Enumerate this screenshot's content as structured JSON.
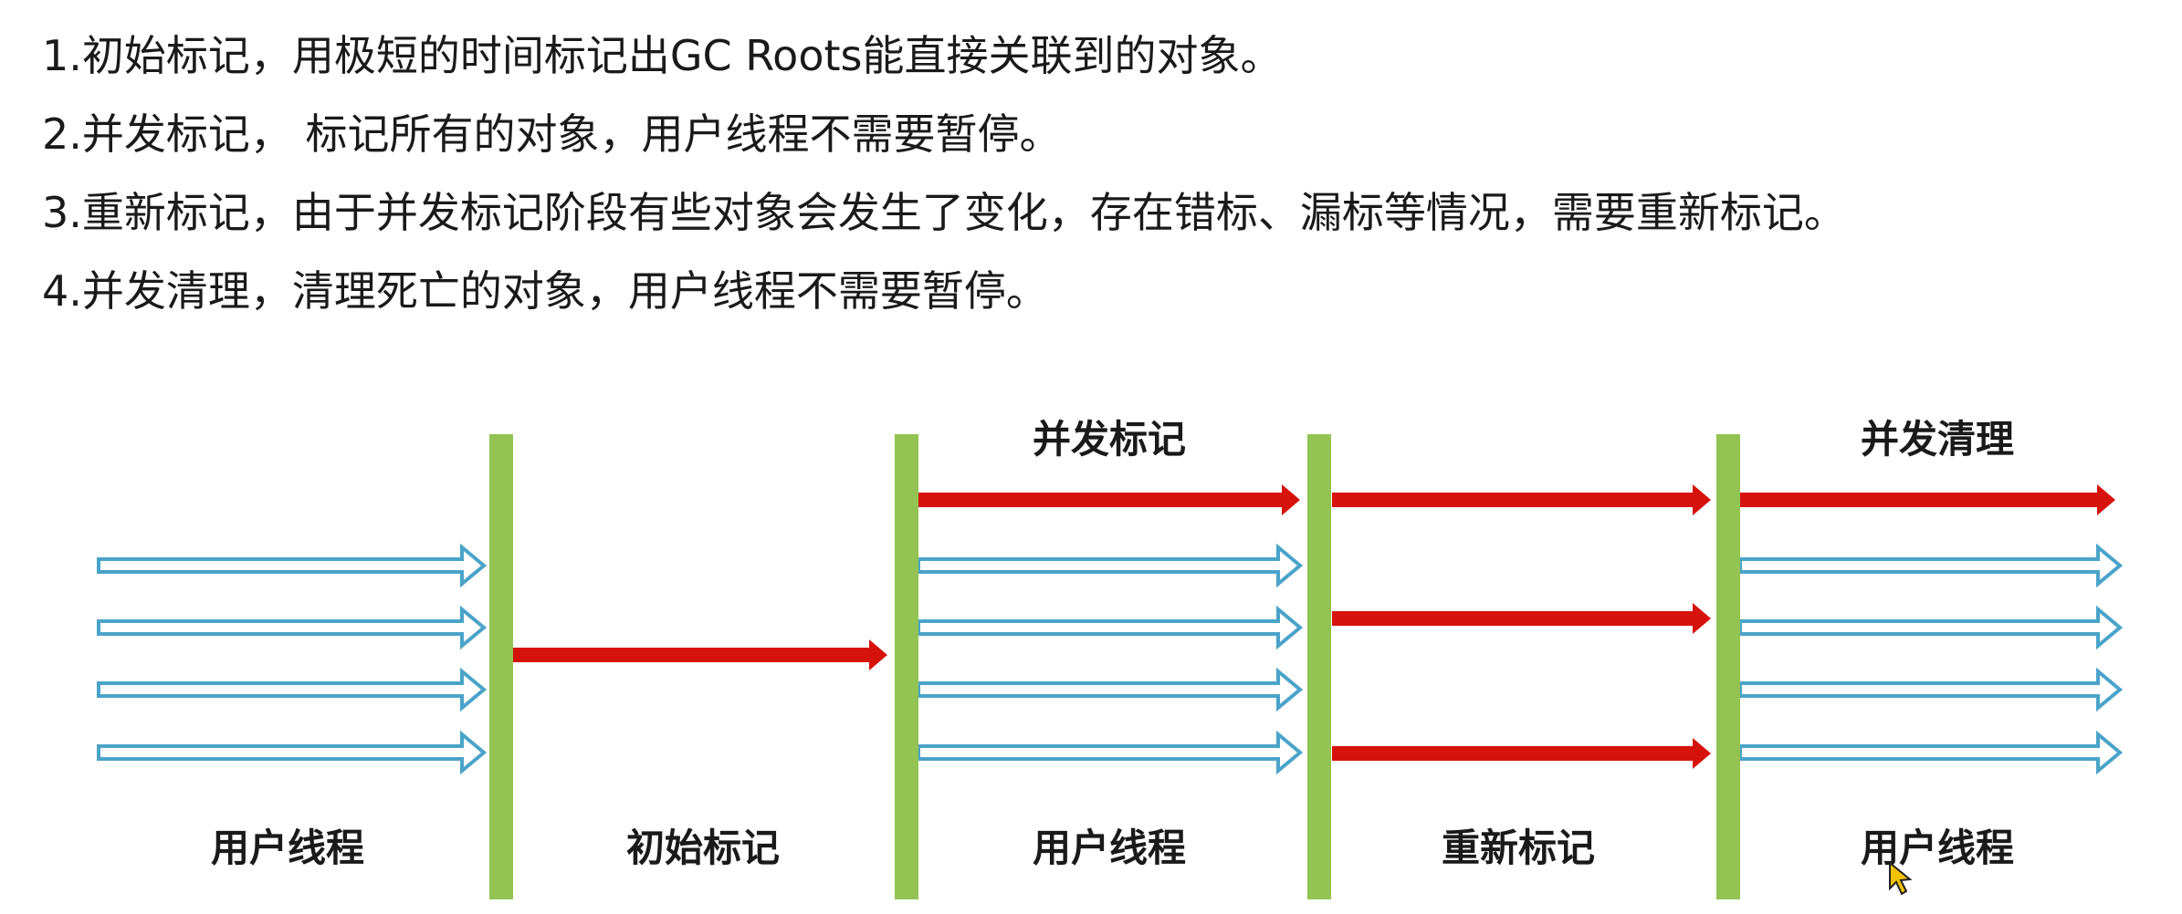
{
  "steps": [
    "1.初始标记，用极短的时间标记出GC Roots能直接关联到的对象。",
    "2.并发标记， 标记所有的对象，用户线程不需要暂停。",
    "3.重新标记，由于并发标记阶段有些对象会发生了变化，存在错标、漏标等情况，需要重新标记。",
    "4.并发清理，清理死亡的对象，用户线程不需要暂停。"
  ],
  "diagram": {
    "top_labels": {
      "concurrent_mark": "并发标记",
      "concurrent_sweep": "并发清理"
    },
    "bottom_labels": {
      "user_thread_1": "用户线程",
      "initial_mark": "初始标记",
      "user_thread_2": "用户线程",
      "remark": "重新标记",
      "user_thread_3": "用户线程"
    },
    "colors": {
      "stop_bar": "#92c353",
      "gc_thread": "#d5130c",
      "user_thread": "#4aa3c9"
    }
  }
}
